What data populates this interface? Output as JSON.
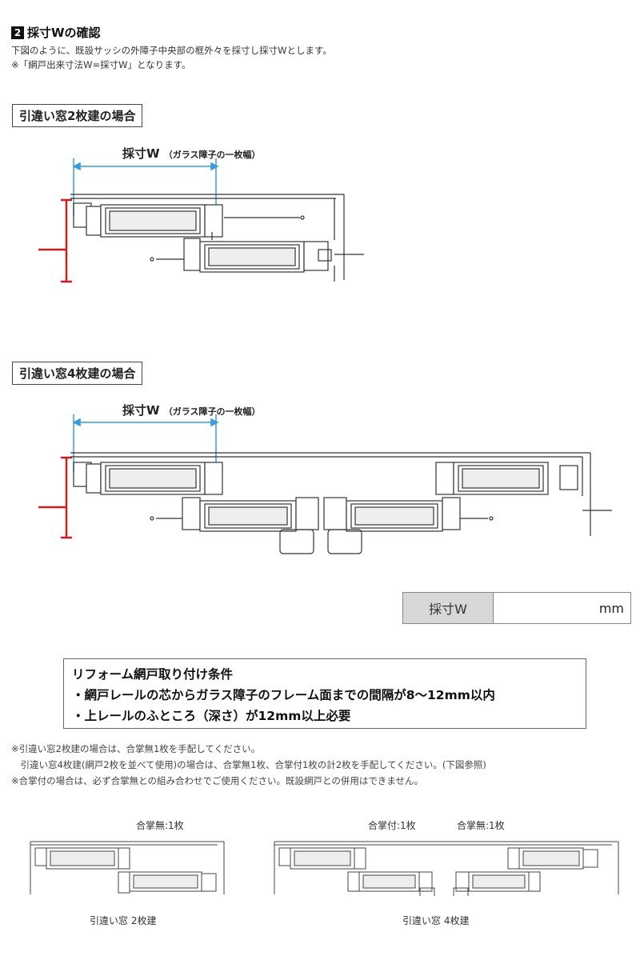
{
  "section": {
    "number": "2",
    "title": "採寸Wの確認",
    "desc1": "下図のように、既設サッシの外障子中央部の框外々を採寸し採寸Wとします。",
    "desc2": "※「網戸出来寸法W=採寸W」となります。"
  },
  "diagram_2": {
    "label": "引違い窓2枚建の場合",
    "measure_label": "採寸W",
    "measure_note": "（ガラス障子の一枚幅）"
  },
  "diagram_4": {
    "label": "引違い窓4枚建の場合",
    "measure_label": "採寸W",
    "measure_note": "（ガラス障子の一枚幅）"
  },
  "measure_table": {
    "label": "採寸W",
    "unit": "mm"
  },
  "conditions": {
    "title": "リフォーム網戸取り付け条件",
    "items": [
      "・網戸レールの芯からガラス障子のフレーム面までの間隔が8〜12mm以内",
      "・上レールのふところ（深さ）が12mm以上必要"
    ]
  },
  "notes": [
    "※引違い窓2枚建の場合は、合掌無1枚を手配してください。",
    "　引違い窓4枚建(網戸2枚を並べて使用)の場合は、合掌無1枚、合掌付1枚の計2枚を手配してください。(下図参照)",
    "※合掌付の場合は、必ず合掌無との組み合わせでご使用ください。既設網戸との併用はできません。"
  ],
  "bottom": {
    "left_label": "合掌無:1枚",
    "right_label_1": "合掌付:1枚",
    "right_label_2": "合掌無:1枚",
    "left_caption": "引違い窓 2枚建",
    "right_caption": "引違い窓 4枚建"
  },
  "colors": {
    "measure": "#3a9ad9",
    "red": "#d21c1c",
    "line": "#333333"
  }
}
